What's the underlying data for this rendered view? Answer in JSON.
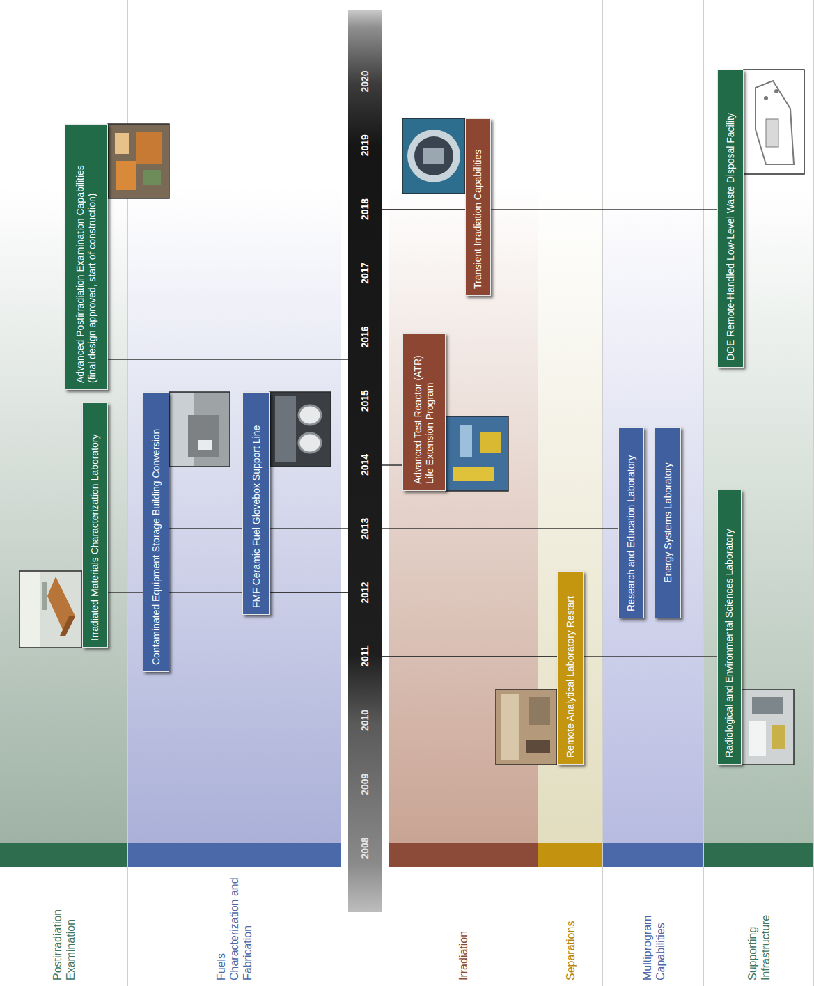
{
  "diagram": {
    "nodes": [
      {
        "text": [
          "Postirradiation Examination"
        ]
      },
      {
        "text": [
          "Irradiated Materials Characterization Laboratory"
        ],
        "in": 0
      },
      {
        "text": [
          "Advanced Postirradiation Examination Capabilities",
          "(final design approved, start of construction)"
        ],
        "in": 0
      },
      {
        "text": [
          "Fuels Characterization and Fabrication"
        ]
      },
      {
        "text": [
          "Contaminated Equipment Storage Building Conversion"
        ],
        "in": 3
      },
      {
        "text": [
          "FMF Ceramic Fuel Glovebox Support Line"
        ],
        "in": 3
      },
      {
        "text": [
          "2008",
          "2009",
          "2010",
          "2011",
          "2012",
          "2013",
          "2014",
          "2015",
          "2016",
          "2017",
          "2018",
          "2019",
          "2020"
        ]
      },
      {
        "text": [
          "Irradiation"
        ]
      },
      {
        "text": [
          "Advanced Test Reactor (ATR) Life Extension Program"
        ],
        "in": 7
      },
      {
        "text": [
          "Transient Irradiation Capabilities"
        ],
        "in": 7
      },
      {
        "text": [
          "Separations"
        ]
      },
      {
        "text": [
          "Remote Analytical Laboratory Restart"
        ],
        "in": 10
      },
      {
        "text": [
          "Multiprogram Capabilities"
        ]
      },
      {
        "text": [
          "Research and Education Laboratory"
        ],
        "in": 12
      },
      {
        "text": [
          "Energy Systems Laboratory"
        ],
        "in": 12
      },
      {
        "text": [
          "Supporting Infrastructure"
        ]
      },
      {
        "text": [
          "Radiological and Environmental Sciences Laboratory"
        ],
        "in": 15
      },
      {
        "text": [
          "DOE Remote-Handled Low-Level Waste Disposal Facility"
        ],
        "in": 15
      }
    ],
    "edges": [
      {
        "from": 1,
        "to": 6,
        "arrow": "none"
      },
      {
        "from": 2,
        "to": 6,
        "arrow": "none"
      },
      {
        "from": 4,
        "to": 6,
        "arrow": "none"
      },
      {
        "from": 5,
        "to": 6,
        "arrow": "none"
      },
      {
        "from": 8,
        "to": 6,
        "arrow": "none"
      },
      {
        "from": 9,
        "to": 6,
        "arrow": "none"
      },
      {
        "from": 11,
        "to": 6,
        "arrow": "none"
      },
      {
        "from": 13,
        "to": 6,
        "arrow": "none"
      },
      {
        "from": 16,
        "to": 6,
        "arrow": "none"
      },
      {
        "from": 17,
        "to": 6,
        "arrow": "none"
      }
    ]
  }
}
